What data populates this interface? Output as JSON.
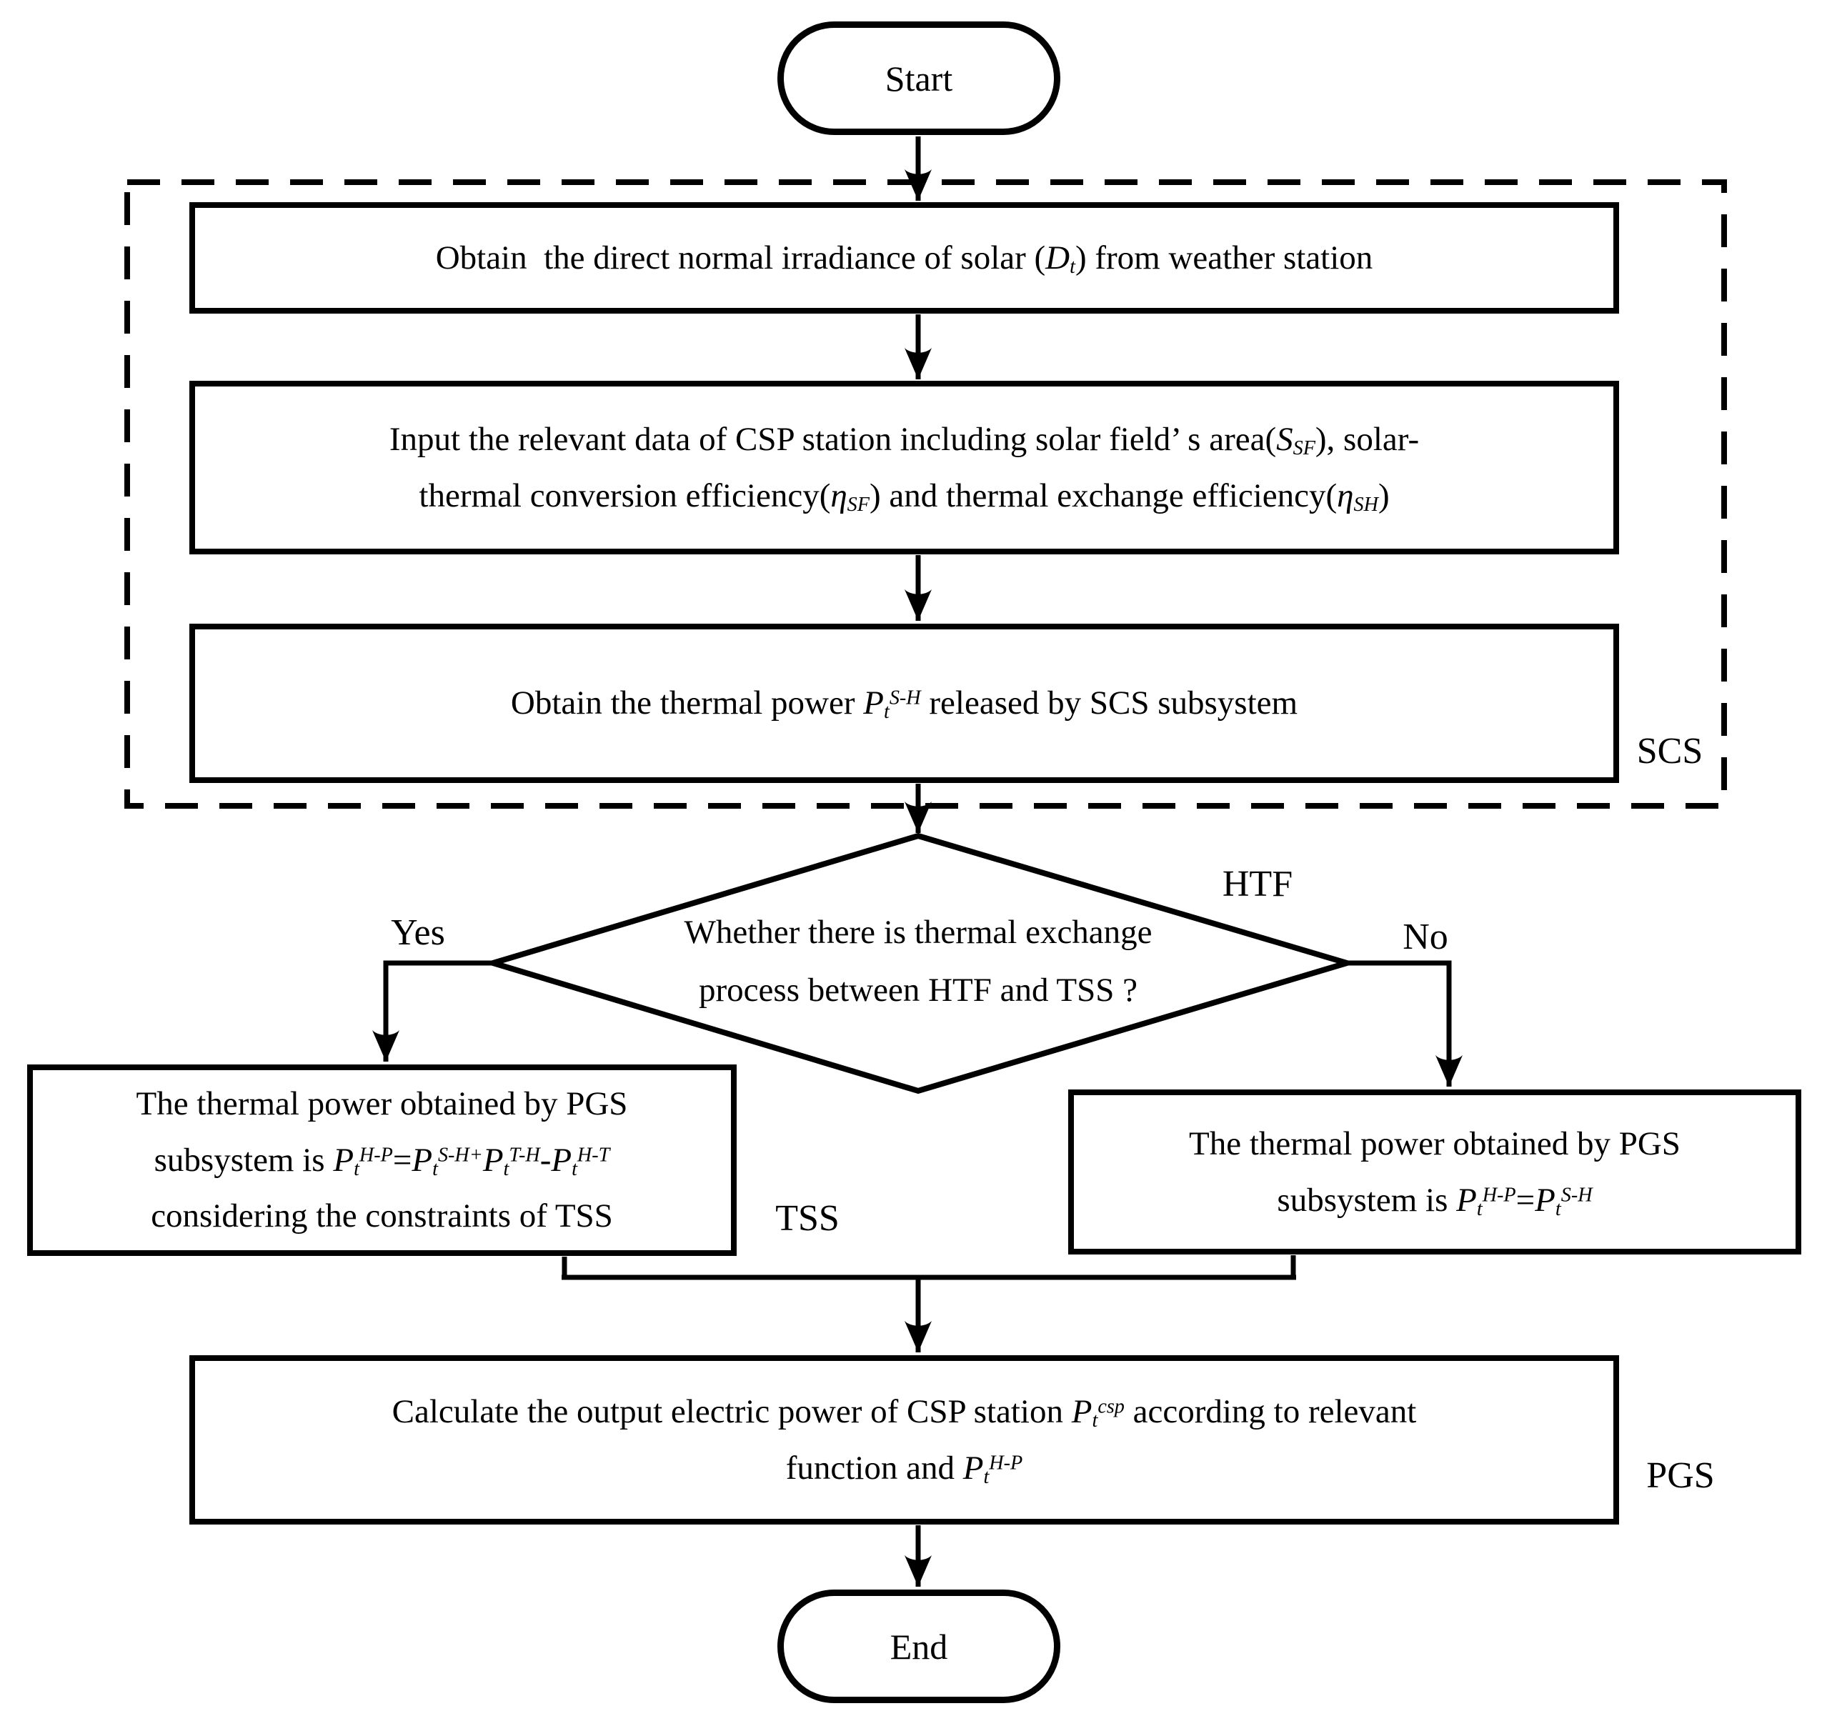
{
  "labels": {
    "start": "Start",
    "end": "End",
    "yes": "Yes",
    "no": "No",
    "htf": "HTF",
    "tss": "TSS",
    "scs": "SCS",
    "pgs": "PGS"
  },
  "nodes": {
    "box1": {
      "lines": [
        [
          {
            "t": "Obtain  the direct normal irradiance of solar ("
          },
          {
            "i": "D"
          },
          {
            "sub": "t"
          },
          {
            "t": ") from weather station"
          }
        ]
      ]
    },
    "box2": {
      "lines": [
        [
          {
            "t": "Input the relevant data of CSP station including solar field’ s area("
          },
          {
            "i": "S"
          },
          {
            "sub": "SF"
          },
          {
            "t": "), solar-"
          }
        ],
        [
          {
            "t": "thermal conversion efficiency("
          },
          {
            "i": "η"
          },
          {
            "sub": "SF"
          },
          {
            "t": ") and thermal exchange efficiency("
          },
          {
            "i": "η"
          },
          {
            "sub": "SH"
          },
          {
            "t": ")"
          }
        ]
      ]
    },
    "box3": {
      "lines": [
        [
          {
            "t": "Obtain the thermal power "
          },
          {
            "i": "P"
          },
          {
            "sub": "t"
          },
          {
            "sup": "S-H"
          },
          {
            "t": " released by SCS subsystem"
          }
        ]
      ]
    },
    "decision": {
      "lines": [
        [
          {
            "t": "Whether there is thermal exchange"
          }
        ],
        [
          {
            "t": "process between HTF and TSS ?"
          }
        ]
      ]
    },
    "boxYes": {
      "lines": [
        [
          {
            "t": "The thermal power obtained by PGS"
          }
        ],
        [
          {
            "t": "subsystem is "
          },
          {
            "i": "P"
          },
          {
            "sub": "t"
          },
          {
            "sup": "H-P"
          },
          {
            "t": "="
          },
          {
            "i": "P"
          },
          {
            "sub": "t"
          },
          {
            "sup": "S-H+"
          },
          {
            "i": "P"
          },
          {
            "sub": "t"
          },
          {
            "sup": "T-H"
          },
          {
            "t": "-"
          },
          {
            "i": "P"
          },
          {
            "sub": "t"
          },
          {
            "sup": "H-T"
          }
        ],
        [
          {
            "t": "considering the constraints of TSS"
          }
        ]
      ]
    },
    "boxNo": {
      "lines": [
        [
          {
            "t": "The thermal power obtained by PGS"
          }
        ],
        [
          {
            "t": "subsystem is "
          },
          {
            "i": "P"
          },
          {
            "sub": "t"
          },
          {
            "sup": "H-P"
          },
          {
            "t": "="
          },
          {
            "i": "P"
          },
          {
            "sub": "t"
          },
          {
            "sup": "S-H"
          }
        ]
      ]
    },
    "box4": {
      "lines": [
        [
          {
            "t": "Calculate the output electric power of CSP station "
          },
          {
            "i": "P"
          },
          {
            "sub": "t"
          },
          {
            "sup": "csp"
          },
          {
            "t": " according to relevant"
          }
        ],
        [
          {
            "t": "function and "
          },
          {
            "i": "P"
          },
          {
            "sub": "t"
          },
          {
            "sup": "H-P"
          }
        ]
      ]
    }
  },
  "colors": {
    "stroke": "#000000",
    "background": "#ffffff"
  }
}
